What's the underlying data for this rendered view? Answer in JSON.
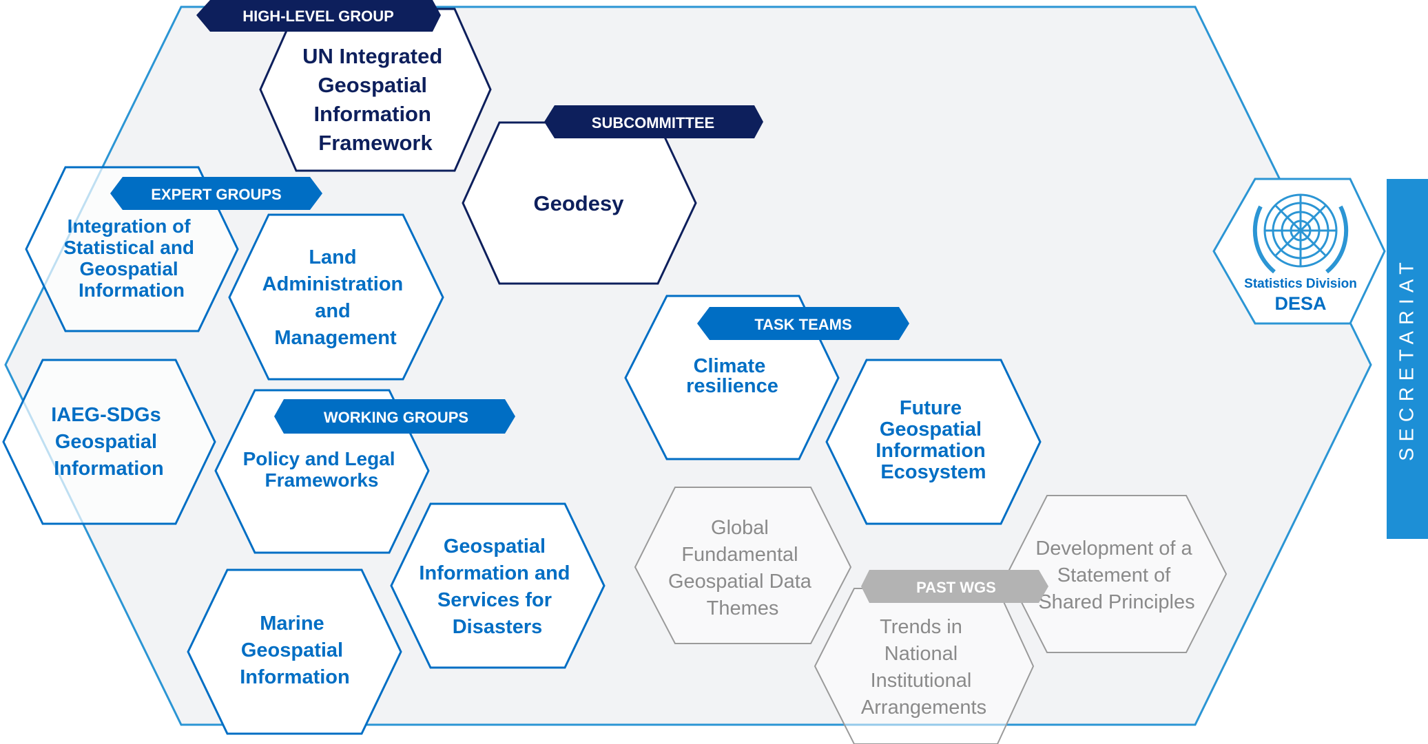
{
  "colors": {
    "outer_border": "#2b95d4",
    "outer_fill": "#f2f3f5",
    "navy": "#0d1f5c",
    "blue": "#006ec4",
    "grey_text": "#8a8a8a",
    "grey_border": "#9a9a9a",
    "badge_grey": "#b3b3b3",
    "secretariat": "#1d8fd6"
  },
  "badges": {
    "high_level": "HIGH-LEVEL GROUP",
    "subcommittee": "SUBCOMMITTEE",
    "expert_groups": "EXPERT GROUPS",
    "working_groups": "WORKING GROUPS",
    "task_teams": "TASK TEAMS",
    "past_wgs": "PAST WGS"
  },
  "hexes": {
    "ungif": [
      "UN Integrated",
      "Geospatial",
      "Information",
      "Framework"
    ],
    "geodesy": [
      "Geodesy"
    ],
    "integration": [
      "Integration of",
      "Statistical and",
      "Geospatial",
      "Information"
    ],
    "land_admin": [
      "Land",
      "Administration",
      "and",
      "Management"
    ],
    "iaeg": [
      "IAEG-SDGs",
      "Geospatial",
      "Information"
    ],
    "policy": [
      "Policy and Legal",
      "Frameworks"
    ],
    "disasters": [
      "Geospatial",
      "Information and",
      "Services for",
      "Disasters"
    ],
    "marine": [
      "Marine",
      "Geospatial",
      "Information"
    ],
    "climate": [
      "Climate",
      "resilience"
    ],
    "future": [
      "Future",
      "Geospatial",
      "Information",
      "Ecosystem"
    ],
    "global_fundamental": [
      "Global",
      "Fundamental",
      "Geospatial Data",
      "Themes"
    ],
    "shared_principles": [
      "Development of a",
      "Statement of",
      "Shared Principles"
    ],
    "trends": [
      "Trends in",
      "National",
      "Institutional",
      "Arrangements"
    ]
  },
  "un_logo": {
    "icon": "un-emblem-icon",
    "line1": "Statistics Division",
    "line2": "DESA"
  },
  "secretariat": "SECRETARIAT"
}
